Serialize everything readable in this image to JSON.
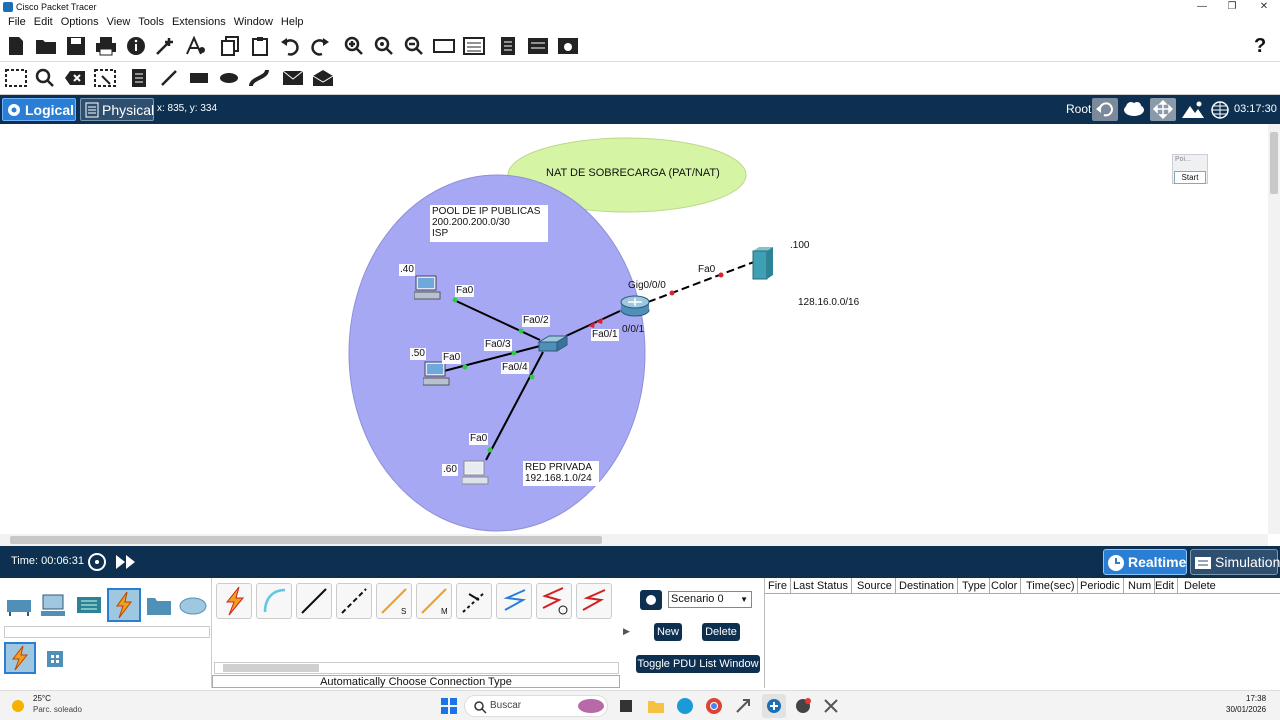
{
  "window": {
    "title": "Cisco Packet Tracer",
    "minimize": "—",
    "maximize": "❐",
    "close": "✕"
  },
  "menu": [
    "File",
    "Edit",
    "Options",
    "View",
    "Tools",
    "Extensions",
    "Window",
    "Help"
  ],
  "help_icon": "?",
  "toolbar1": [
    "new-file-icon",
    "open-folder-icon",
    "save-icon",
    "print-icon",
    "info-icon",
    "activity-wizard-icon",
    "custom-device-icon",
    "copy-icon",
    "paste-icon",
    "undo-icon",
    "redo-icon",
    "zoom-in-icon",
    "zoom-reset-icon",
    "zoom-out-icon",
    "drawing-palette-icon",
    "custom-devices-dialog-icon",
    "text-file-icon",
    "network-info-icon",
    "camera-icon"
  ],
  "toolbar2": [
    "select-icon",
    "inspect-icon",
    "delete-icon",
    "resize-icon",
    "note-icon",
    "draw-line-icon",
    "draw-rectangle-icon",
    "draw-ellipse-icon",
    "freeform-icon",
    "add-simple-pdu-icon",
    "add-complex-pdu-icon"
  ],
  "nav": {
    "logical": "Logical",
    "physical": "Physical",
    "coords": "x: 835, y: 334",
    "root": "Root",
    "clock": "03:17:30"
  },
  "canvas": {
    "nat_title": "NAT DE SOBRECARGA (PAT/NAT)",
    "pool_line1": "POOL DE IP PUBLICAS",
    "pool_line2": "200.200.200.0/30",
    "pool_line3": "ISP",
    "red_line1": "RED PRIVADA",
    "red_line2": "192.168.1.0/24",
    "pc40": ".40",
    "pc50": ".50",
    "pc60": ".60",
    "server100": ".100",
    "net_public": "128.16.0.0/16",
    "fa0_pc40": "Fa0",
    "fa0_pc50": "Fa0",
    "fa0_pc60": "Fa0",
    "fa0_server": "Fa0",
    "sw_fa02": "Fa0/2",
    "sw_fa03": "Fa0/3",
    "sw_fa04": "Fa0/4",
    "sw_fa01": "Fa0/1",
    "rtr_gig000": "Gig0/0/0",
    "rtr_gig001": "0/0/1",
    "poi": "Poi...",
    "start": "Start"
  },
  "timebar": {
    "time": "Time: 00:06:31",
    "realtime": "Realtime",
    "simulation": "Simulation"
  },
  "bottom": {
    "connection_type": "Automatically Choose Connection Type",
    "scenario": "Scenario 0",
    "new": "New",
    "delete": "Delete",
    "toggle": "Toggle PDU List Window",
    "pdu_columns": [
      "Fire",
      "Last Status",
      "Source",
      "Destination",
      "Type",
      "Color",
      "Time(sec)",
      "Periodic",
      "Num",
      "Edit",
      "Delete"
    ]
  },
  "connections": [
    "lightning-auto-icon",
    "console-cable-icon",
    "copper-straight-icon",
    "copper-cross-icon",
    "fiber-icon",
    "phone-cable-icon",
    "coaxial-icon",
    "serial-dce-icon",
    "serial-dte-icon",
    "octal-cable-icon"
  ],
  "connection_badges": {
    "s": "S",
    "m": "M"
  },
  "taskbar": {
    "temp": "25°C",
    "weather": "Parc. soleado",
    "search": "Buscar",
    "time": "17:38",
    "date": "30/01/2026"
  },
  "colors": {
    "nav_bg": "#0d3050",
    "tab_active": "#2a7fd4",
    "pool_ellipse": "#a7a8f4",
    "nat_ellipse": "#d5f4a4",
    "link_up": "#2ecc40",
    "link_down": "#e0202a"
  }
}
